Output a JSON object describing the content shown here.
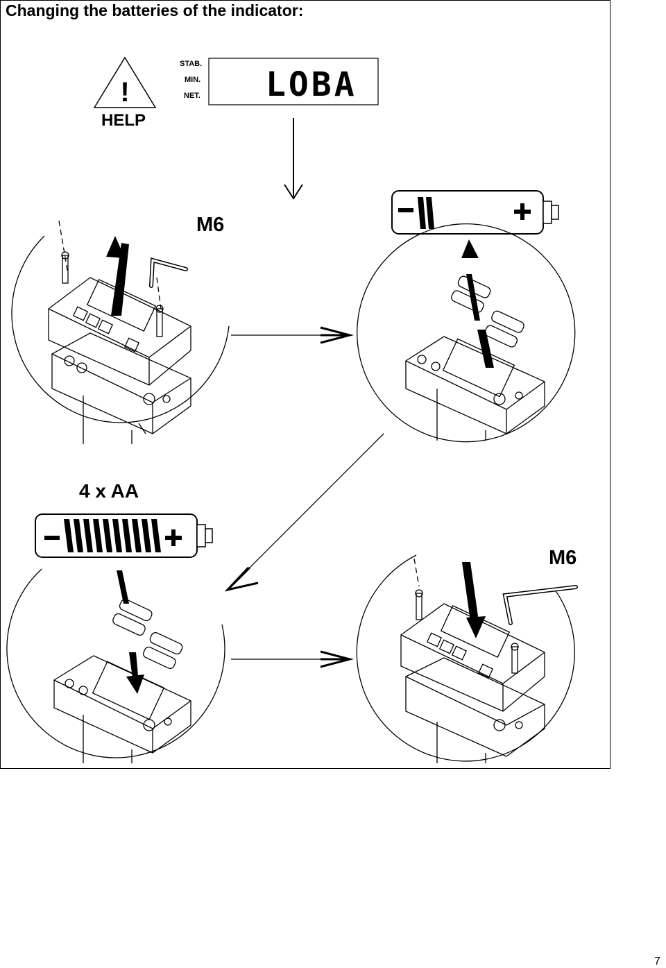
{
  "page": {
    "title": "Changing the batteries of the indicator:",
    "page_number": "7"
  },
  "warning": {
    "symbol": "!",
    "label": "HELP"
  },
  "display": {
    "indicators": [
      "STAB.",
      "MIN.",
      "NET."
    ],
    "readout": "LOBA"
  },
  "steps": {
    "screw_size_1": "M6",
    "battery_spec": "4 x AA",
    "screw_size_2": "M6"
  },
  "battery_icons": {
    "low_minus": "−",
    "low_plus": "+",
    "full_minus": "−",
    "full_plus": "+"
  }
}
